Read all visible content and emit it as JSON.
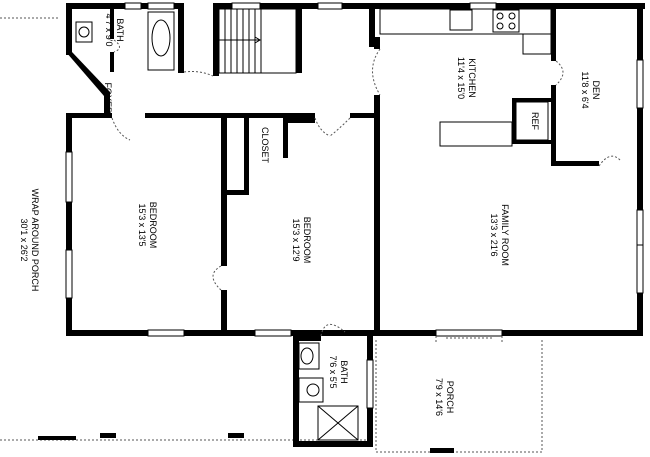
{
  "rooms": {
    "bath_top": {
      "name": "BATH",
      "dims": "4'7 x 9'0"
    },
    "foyer": {
      "name": "FOYER"
    },
    "kitchen": {
      "name": "KITCHEN",
      "dims": "11'4 x 15'0"
    },
    "den": {
      "name": "DEN",
      "dims": "11'8 x 6'4"
    },
    "ref": {
      "name": "REF"
    },
    "closet": {
      "name": "CLOSET"
    },
    "bedroom_left": {
      "name": "BEDROOM",
      "dims": "15'3 x 13'5"
    },
    "bedroom_mid": {
      "name": "BEDROOM",
      "dims": "15'3 x 12'9"
    },
    "family_room": {
      "name": "FAMILY ROOM",
      "dims": "13'3 x 21'6"
    },
    "bath_bottom": {
      "name": "BATH",
      "dims": "7'6 x 5'5"
    },
    "porch": {
      "name": "PORCH",
      "dims": "7'9 x 14'6"
    },
    "wrap_porch": {
      "name": "WRAP AROUND PORCH",
      "dims": "30'1 x 26'2"
    }
  },
  "colors": {
    "wall": "#000000",
    "background": "#ffffff",
    "dashed": "#555555"
  }
}
